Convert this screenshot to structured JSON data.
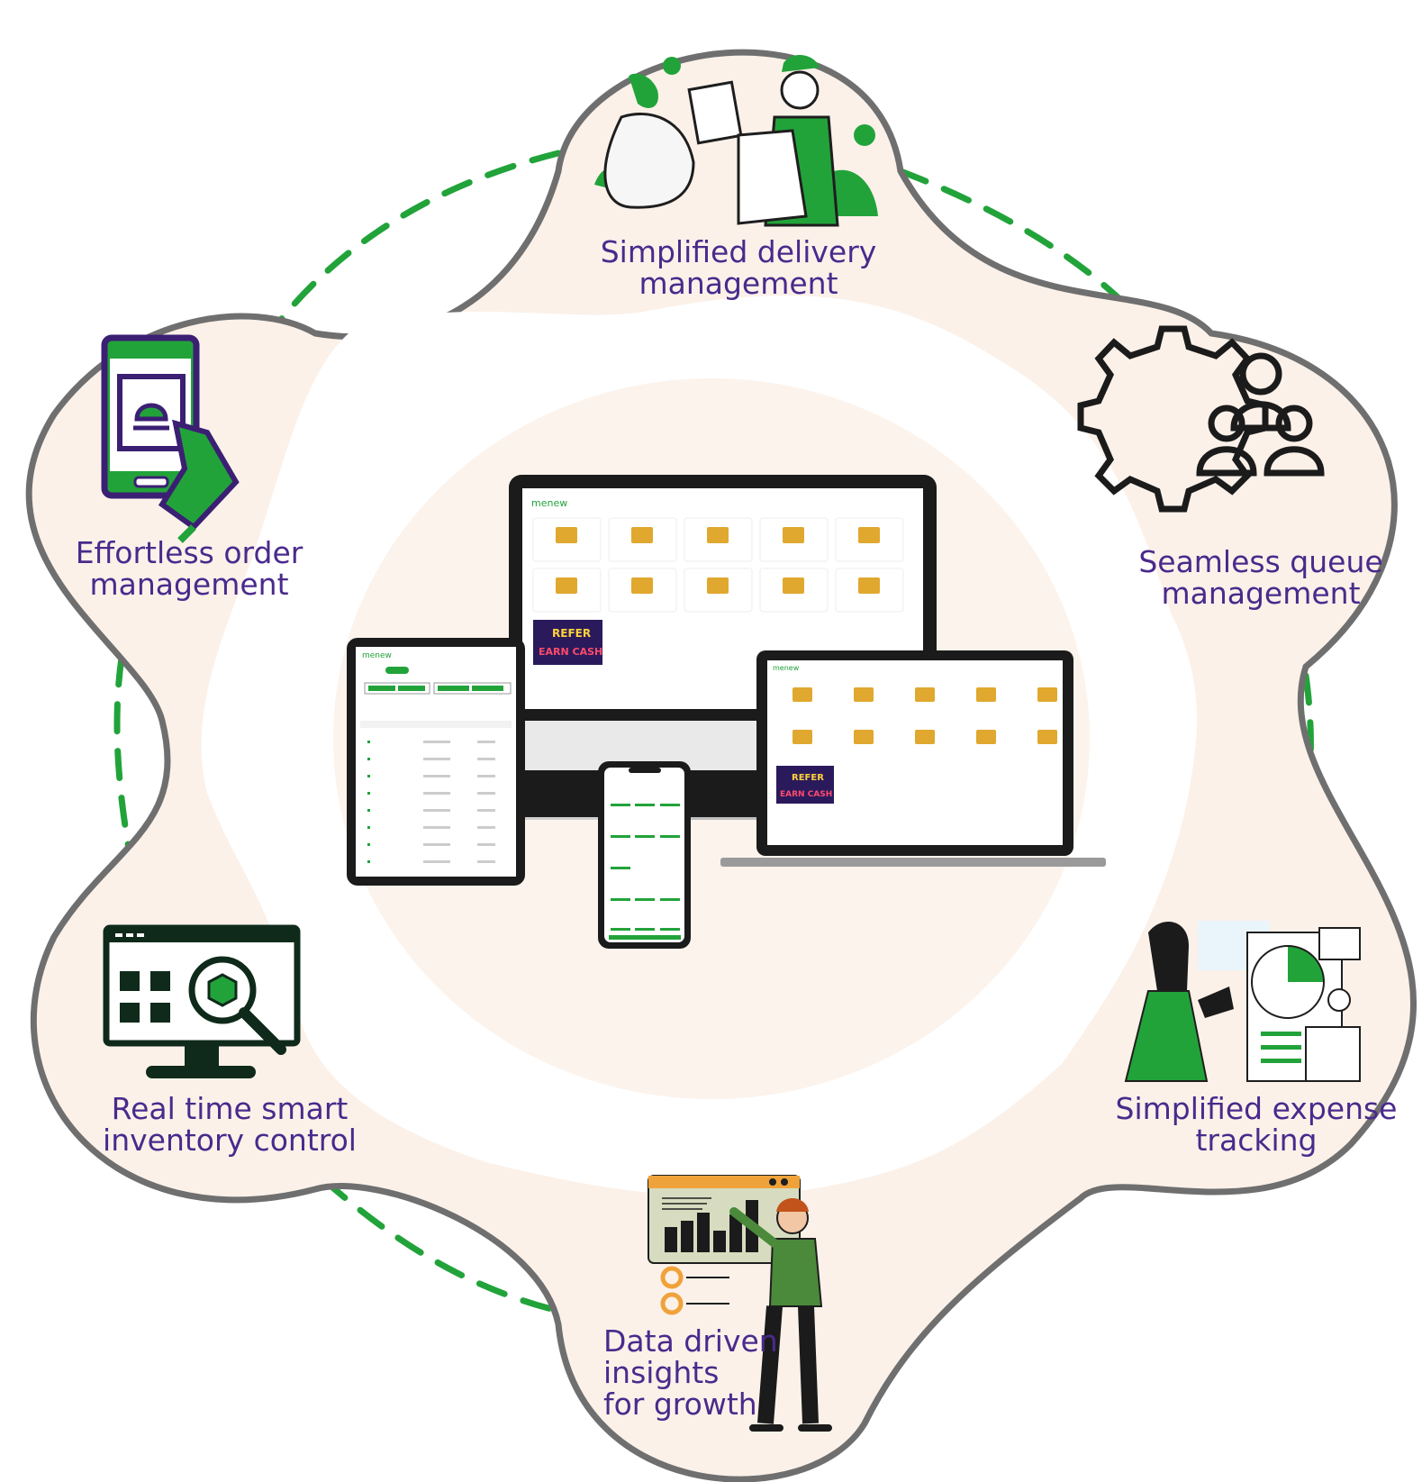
{
  "features": {
    "delivery": {
      "lines": [
        "Simplified delivery",
        "management"
      ]
    },
    "order": {
      "lines": [
        "Effortless order",
        "management"
      ]
    },
    "queue": {
      "lines": [
        "Seamless queue",
        "management"
      ]
    },
    "inventory": {
      "lines": [
        "Real time smart",
        "inventory control"
      ]
    },
    "expense": {
      "lines": [
        "Simplified expense",
        "tracking"
      ]
    },
    "insights": {
      "lines": [
        "Data driven",
        "insights",
        "for growth"
      ]
    }
  },
  "devices": {
    "brand": "menew",
    "promo": {
      "line1": "REFER",
      "line2": "&",
      "line3": "EARN CASH"
    }
  },
  "colors": {
    "label_purple": "#4a2a8c",
    "brand_green": "#22a33a",
    "blob_beige": "#fbf1e9",
    "outline_gray": "#6f6f6f",
    "dark_ink": "#1e1e1e"
  }
}
